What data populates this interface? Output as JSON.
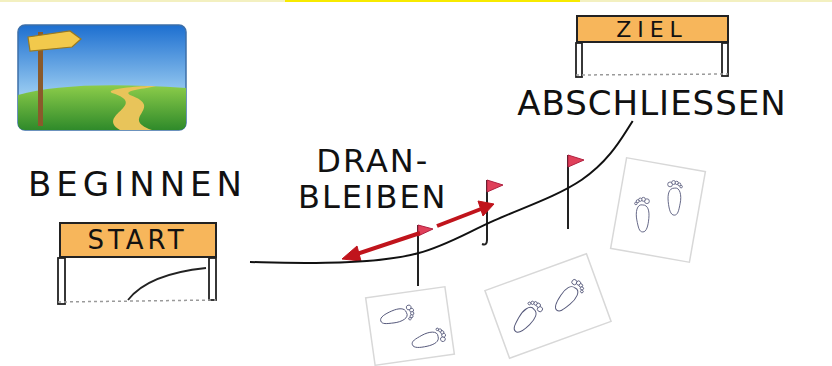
{
  "diagram": {
    "nodes": [
      {
        "text": [
          "BEGINNEN",
          "START"
        ]
      },
      {
        "text": [
          "ZIEL",
          "ABSCHLIESSEN"
        ]
      }
    ],
    "edges": [
      {
        "from": 0,
        "to": 1,
        "arrow": "none"
      }
    ],
    "labels": [
      "DRAN- BLEIBEN"
    ]
  }
}
